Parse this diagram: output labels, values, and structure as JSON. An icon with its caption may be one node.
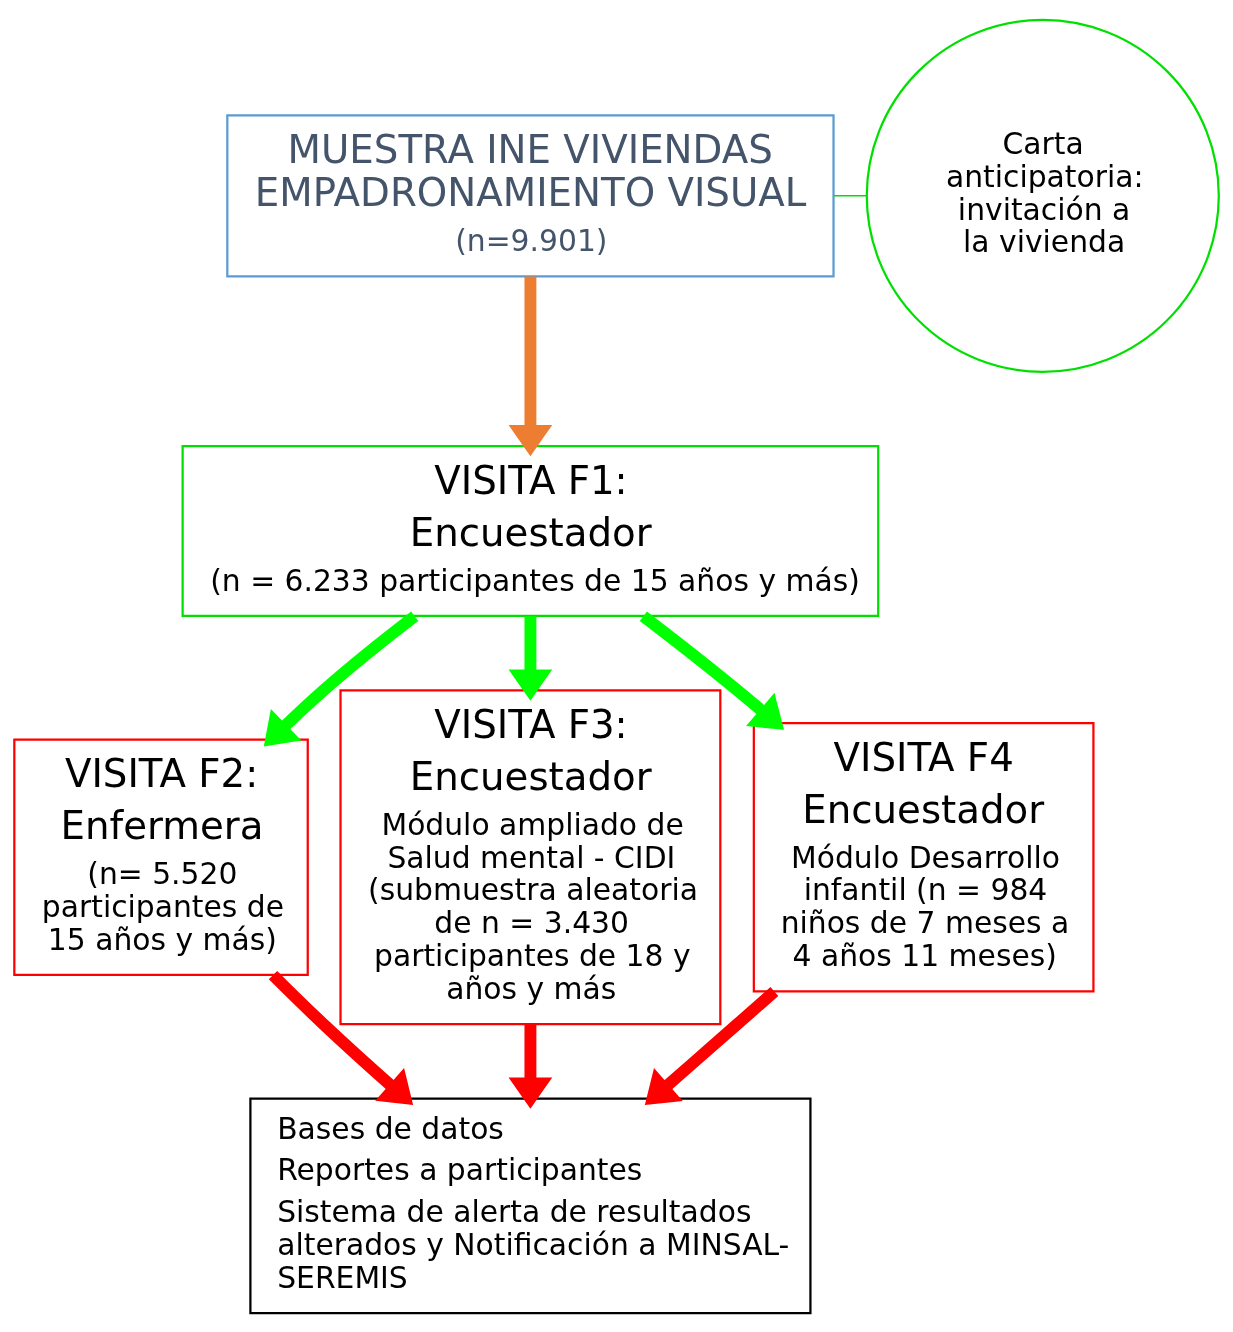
{
  "diagram": {
    "nodes": [
      {
        "text": [
          "MUESTRA INE VIVIENDAS EMPADRONAMIENTO VISUAL",
          "(n=9.901)"
        ]
      },
      {
        "text": [
          "Carta anticipatoria: invitación a la vivienda"
        ]
      },
      {
        "text": [
          "VISITA F1:",
          "Encuestador",
          "(n = 6.233 participantes de 15 años y más)"
        ]
      },
      {
        "text": [
          "VISITA F2:",
          "Enfermera",
          "(n= 5.520 participantes de 15 años y más)"
        ]
      },
      {
        "text": [
          "VISITA F3:",
          "Encuestador",
          "Módulo ampliado de Salud mental - CIDI (submuestra aleatoria de n = 3.430 participantes de 18 y años y más"
        ]
      },
      {
        "text": [
          "VISITA F4",
          "Encuestador",
          "Módulo Desarrollo infantil (n = 984 niños de 7 meses a 4 años 11 meses)"
        ]
      },
      {
        "text": [
          "Bases de datos",
          "Reportes a participantes",
          "Sistema de alerta de resultados alterados y Notificación a MINSAL-SEREMIS"
        ]
      }
    ],
    "edges": [
      {
        "from": 1,
        "to": 0,
        "arrow": "none",
        "color": "#00e000"
      },
      {
        "from": 0,
        "to": 2,
        "arrow": "to",
        "color": "#ed7d31"
      },
      {
        "from": 2,
        "to": 3,
        "arrow": "to",
        "color": "#00ff00"
      },
      {
        "from": 2,
        "to": 4,
        "arrow": "to",
        "color": "#00ff00"
      },
      {
        "from": 2,
        "to": 5,
        "arrow": "to",
        "color": "#00ff00"
      },
      {
        "from": 3,
        "to": 6,
        "arrow": "to",
        "color": "#ff0000"
      },
      {
        "from": 4,
        "to": 6,
        "arrow": "to",
        "color": "#ff0000"
      },
      {
        "from": 5,
        "to": 6,
        "arrow": "to",
        "color": "#ff0000"
      }
    ]
  }
}
